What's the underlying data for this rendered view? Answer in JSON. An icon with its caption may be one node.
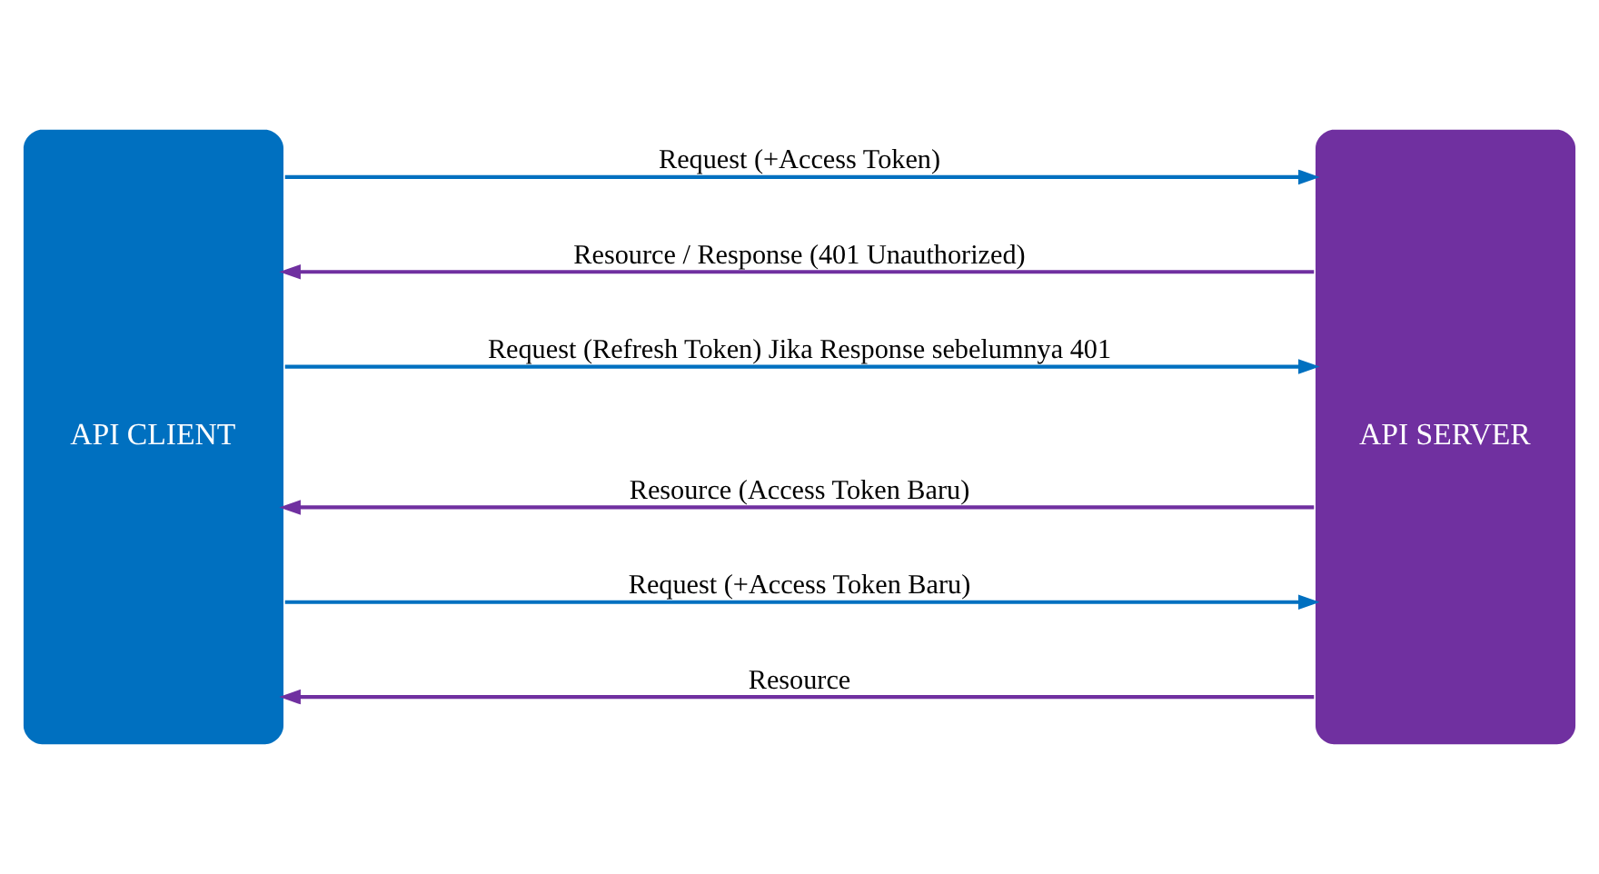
{
  "diagram": {
    "nodes": [
      {
        "text": [
          "API CLIENT"
        ]
      },
      {
        "text": [
          "API SERVER"
        ]
      }
    ],
    "edges": [
      {
        "from": 0,
        "to": 1,
        "arrow": "to",
        "label": "Request (+Access Token)",
        "color": "#0070c0"
      },
      {
        "from": 1,
        "to": 0,
        "arrow": "to",
        "label": "Resource / Response (401 Unauthorized)",
        "color": "#7030a0"
      },
      {
        "from": 0,
        "to": 1,
        "arrow": "to",
        "label": "Request (Refresh Token) Jika Response sebelumnya 401",
        "color": "#0070c0"
      },
      {
        "from": 1,
        "to": 0,
        "arrow": "to",
        "label": "Resource (Access Token Baru)",
        "color": "#7030a0"
      },
      {
        "from": 0,
        "to": 1,
        "arrow": "to",
        "label": "Request (+Access Token Baru)",
        "color": "#0070c0"
      },
      {
        "from": 1,
        "to": 0,
        "arrow": "to",
        "label": "Resource",
        "color": "#7030a0"
      }
    ]
  }
}
